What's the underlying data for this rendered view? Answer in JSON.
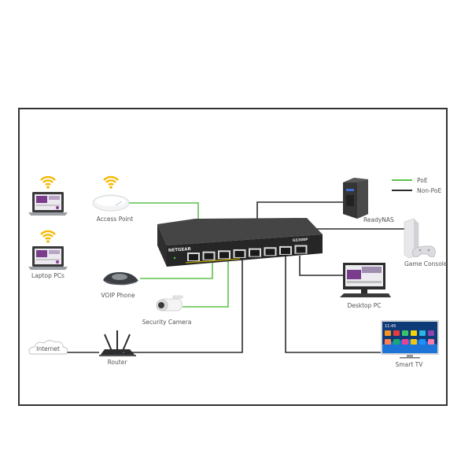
{
  "diagram": {
    "legend": {
      "poe_label": "PoE",
      "nonpoe_label": "Non-PoE",
      "poe_color": "#5cc24a",
      "nonpoe_color": "#2b2b2b"
    },
    "switch": {
      "brand": "NETGEAR",
      "model": "GS308P",
      "port_count": 8,
      "poe_ports": 4
    },
    "devices": {
      "laptops": "Laptop PCs",
      "access_point": "Access Point",
      "voip_phone": "VOIP Phone",
      "security_camera": "Security Camera",
      "internet": "Internet",
      "router": "Router",
      "ready_nas": "ReadyNAS",
      "game_console": "Game Console",
      "desktop_pc": "Desktop PC",
      "smart_tv": "Smart TV",
      "tv_clock": "11:45"
    },
    "connections": [
      {
        "from": "Access Point",
        "to": "Switch",
        "type": "PoE"
      },
      {
        "from": "VOIP Phone",
        "to": "Switch",
        "type": "PoE"
      },
      {
        "from": "Security Camera",
        "to": "Switch",
        "type": "PoE"
      },
      {
        "from": "Router",
        "to": "Switch",
        "type": "Non-PoE"
      },
      {
        "from": "ReadyNAS",
        "to": "Switch",
        "type": "Non-PoE"
      },
      {
        "from": "Game Console",
        "to": "Switch",
        "type": "Non-PoE"
      },
      {
        "from": "Desktop PC",
        "to": "Switch",
        "type": "Non-PoE"
      },
      {
        "from": "Smart TV",
        "to": "Switch",
        "type": "Non-PoE"
      },
      {
        "from": "Internet",
        "to": "Router",
        "type": "Non-PoE"
      },
      {
        "from": "Laptop PCs",
        "to": "Access Point",
        "type": "Wireless"
      }
    ]
  }
}
